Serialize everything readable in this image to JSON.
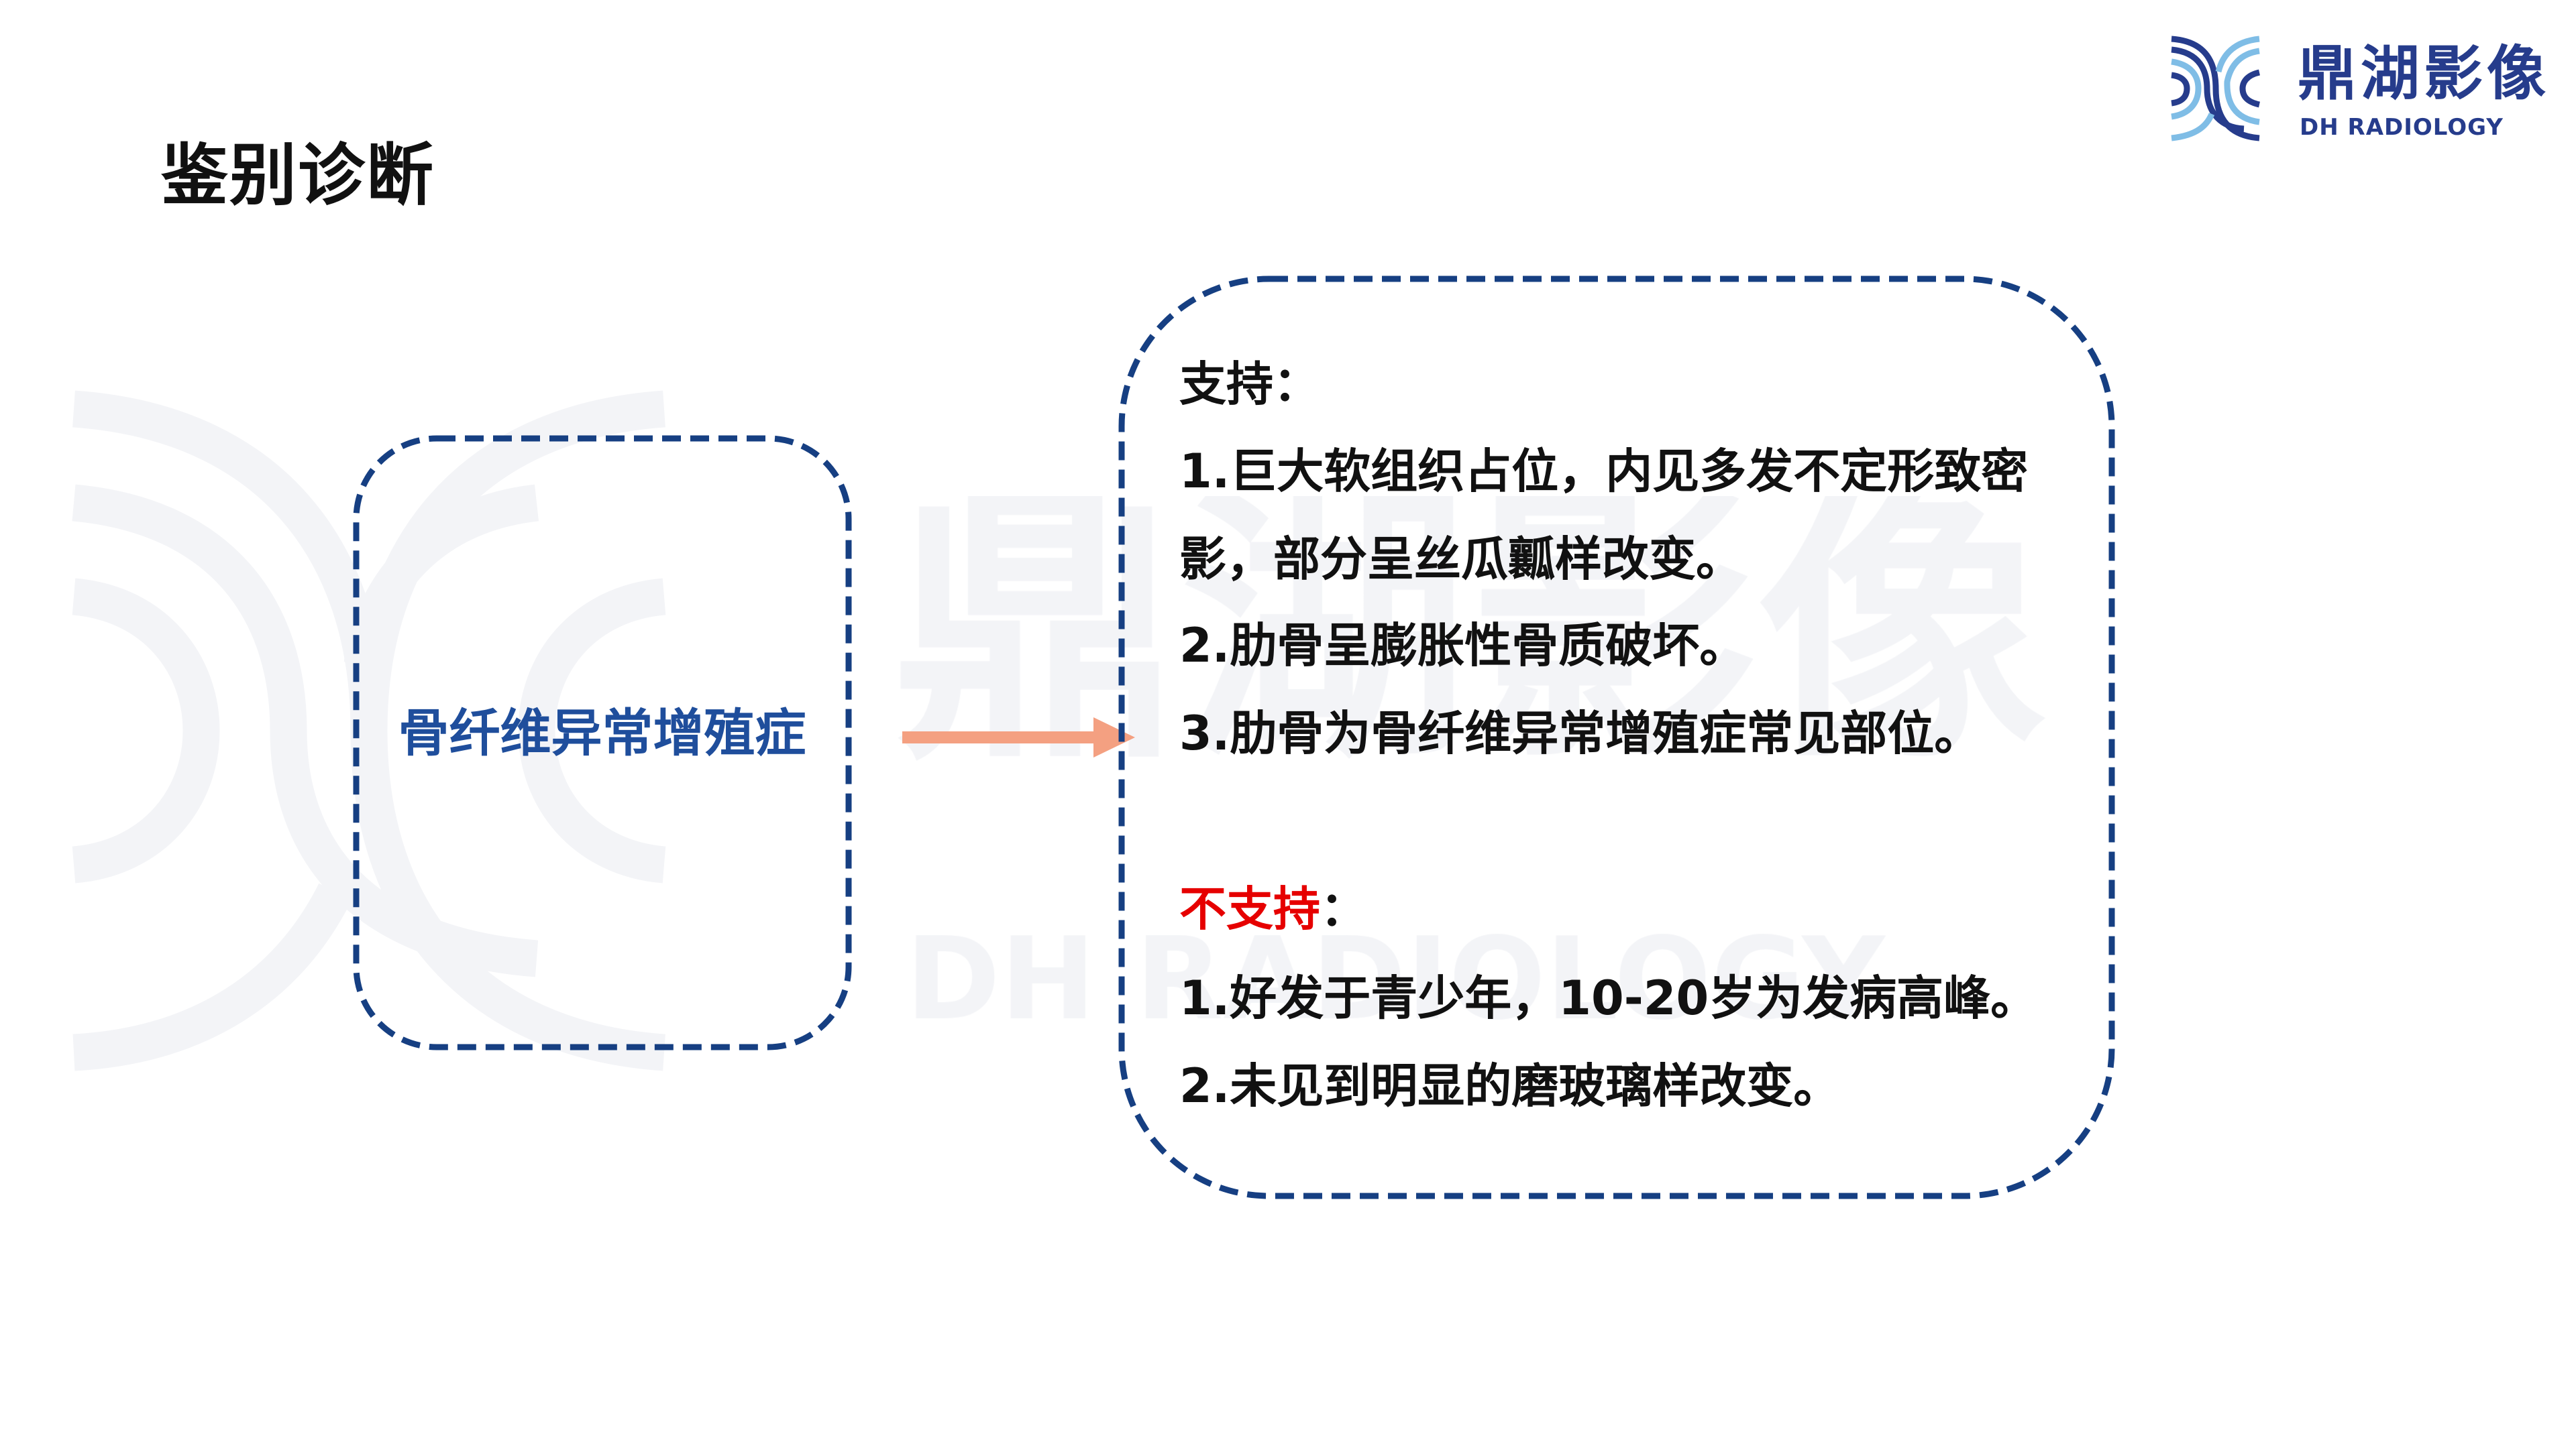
{
  "header": {
    "title": "鉴别诊断"
  },
  "logo": {
    "name_cn": "鼎湖影像",
    "name_en": "DH RADIOLOGY"
  },
  "watermark": {
    "name_cn": "鼎湖影像",
    "name_en": "DH RADIOLOGY"
  },
  "diagnosis": {
    "label": "骨纤维异常增殖症"
  },
  "colors": {
    "box_border": "#163f82",
    "arrow": "#f4a081",
    "diagnosis_text": "#1f4e9c",
    "not_support_heading": "#e60000"
  },
  "findings": {
    "support_heading": "支持",
    "support_colon": "：",
    "support_lines": [
      "1.巨大软组织占位，内见多发不定形致密",
      "影，部分呈丝瓜瓤样改变。",
      "2.肋骨呈膨胀性骨质破坏。",
      "3.肋骨为骨纤维异常增殖症常见部位。"
    ],
    "not_support_heading": "不支持",
    "not_support_colon": "：",
    "not_support_lines": [
      "1.好发于青少年，10-20岁为发病高峰。",
      "2.未见到明显的磨玻璃样改变。"
    ]
  }
}
